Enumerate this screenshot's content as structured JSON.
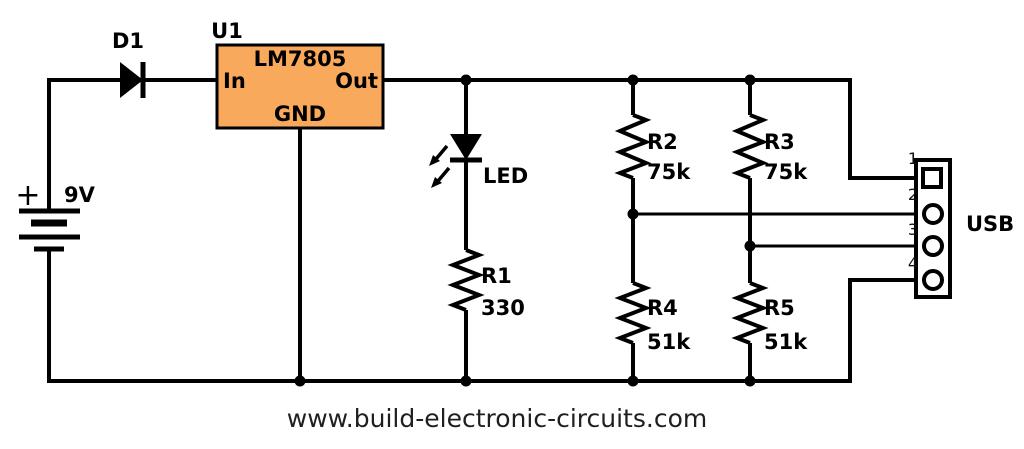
{
  "diagram": {
    "title_hidden": "",
    "battery": {
      "plus": "+",
      "label": "9V"
    },
    "diode": {
      "ref": "D1"
    },
    "regulator": {
      "ref": "U1",
      "part": "LM7805",
      "pin_in": "In",
      "pin_out": "Out",
      "pin_gnd": "GND"
    },
    "led": {
      "label": "LED"
    },
    "resistors": [
      {
        "ref": "R1",
        "value": "330"
      },
      {
        "ref": "R2",
        "value": "75k"
      },
      {
        "ref": "R3",
        "value": "75k"
      },
      {
        "ref": "R4",
        "value": "51k"
      },
      {
        "ref": "R5",
        "value": "51k"
      }
    ],
    "usb": {
      "label": "USB",
      "pins": [
        "1",
        "2",
        "3",
        "4"
      ]
    },
    "footer": "www.build-electronic-circuits.com",
    "colors": {
      "wire": "#000000",
      "regulator_fill": "#F9A95C",
      "background": "#ffffff",
      "footer_text": "#1f1f1f"
    }
  }
}
